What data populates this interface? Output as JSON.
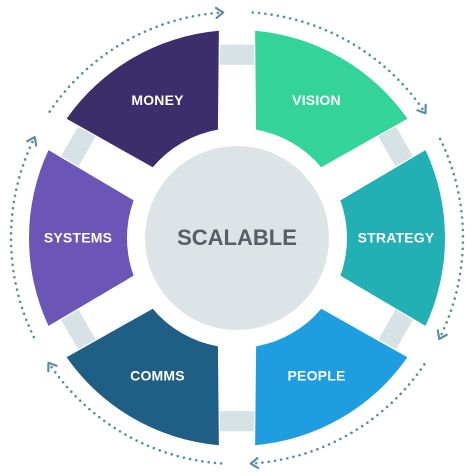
{
  "center": {
    "label": "SCALABLE",
    "color": "#dce4e8",
    "text_color": "#555f66"
  },
  "segments": [
    {
      "label": "VISION",
      "color": "#34d399"
    },
    {
      "label": "STRATEGY",
      "color": "#22b0b4"
    },
    {
      "label": "PEOPLE",
      "color": "#1e9ee0"
    },
    {
      "label": "COMMS",
      "color": "#1f5f86"
    },
    {
      "label": "SYSTEMS",
      "color": "#6b55b6"
    },
    {
      "label": "MONEY",
      "color": "#3c2d6b"
    }
  ],
  "connector_color": "#d6e2e6",
  "cycle_ring": {
    "style": "dotted",
    "color": "#5b8fa3",
    "arrows": "clockwise"
  }
}
